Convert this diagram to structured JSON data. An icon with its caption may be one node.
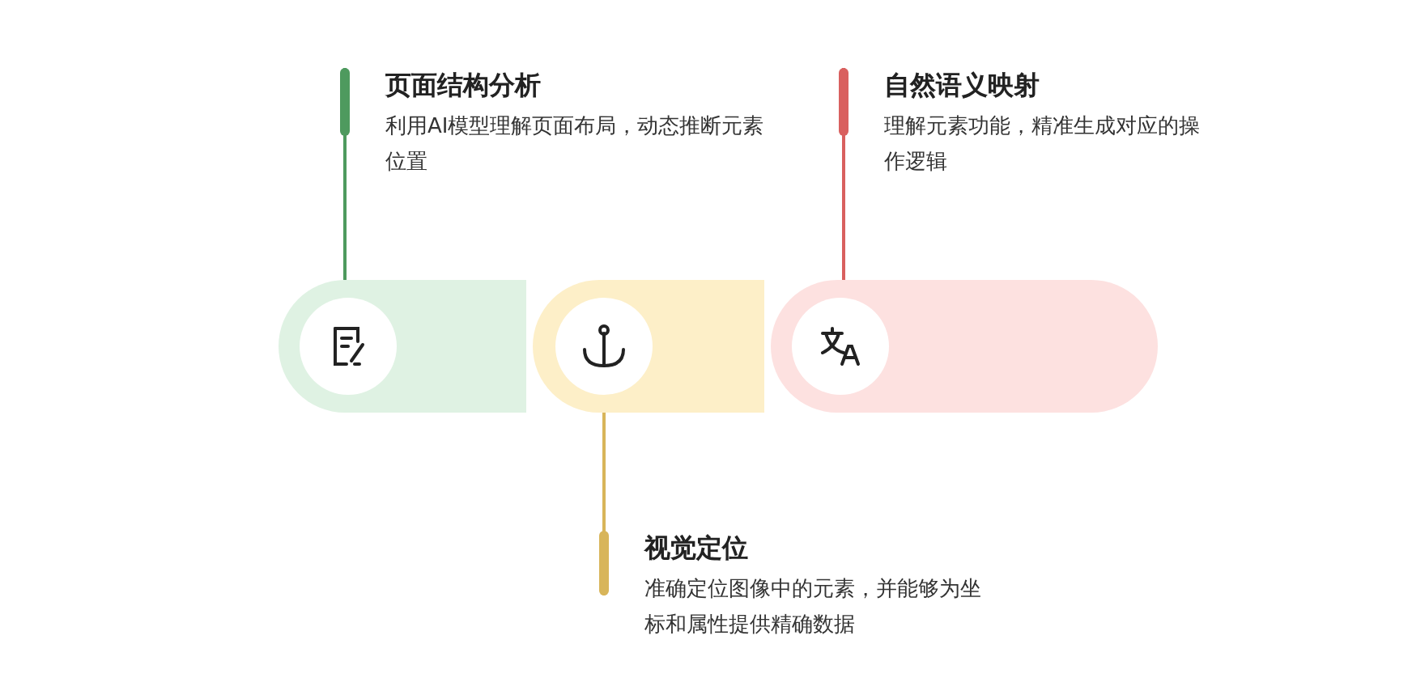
{
  "diagram": {
    "nodes": [
      {
        "text": [
          "页面结构分析",
          "利用AI模型理解页面布局，动态推断元素位置"
        ]
      },
      {
        "text": [
          "自然语义映射",
          "理解元素功能，精准生成对应的操作逻辑"
        ]
      },
      {
        "text": [],
        "shape": "bar"
      },
      {
        "text": [],
        "shape": "bar"
      },
      {
        "text": [],
        "shape": "bar"
      },
      {
        "text": [
          "视觉定位",
          "准确定位图像中的元素，并能够为坐标和属性提供精确数据"
        ]
      }
    ],
    "edges": [
      {
        "from": 0,
        "to": 2,
        "arrow": "other",
        "color": "#4e9a5e"
      },
      {
        "from": 1,
        "to": 4,
        "arrow": "other",
        "color": "#d9605f"
      },
      {
        "from": 5,
        "to": 3,
        "arrow": "other",
        "color": "#d8b55a"
      }
    ]
  }
}
